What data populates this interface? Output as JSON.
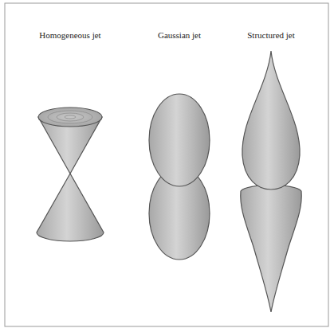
{
  "diagram": {
    "labels": [
      "Homogeneous jet",
      "Gaussian jet",
      "Structured jet"
    ]
  }
}
